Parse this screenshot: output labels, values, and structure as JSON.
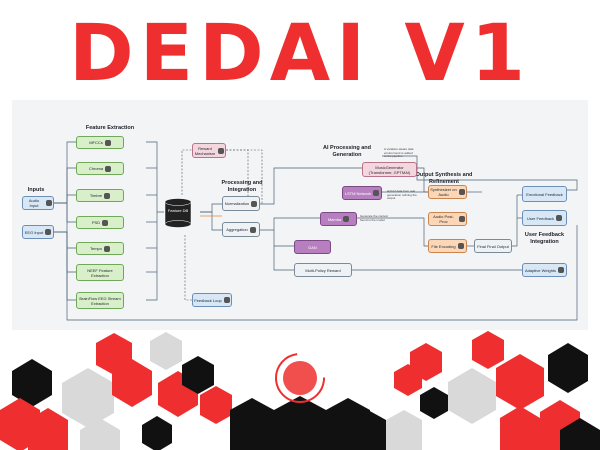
{
  "title": "DEDAI V1",
  "colors": {
    "accent": "#ef2f2f",
    "dark": "#111111",
    "grey": "#d9d9d9"
  },
  "sections": {
    "inputs": "Inputs",
    "feature_extraction": "Feature Extraction",
    "processing": "Processing and Integration",
    "ai_processing": "AI Processing and Generation",
    "output": "Output Synthesis and Refinement",
    "feedback": "User Feedback Integration"
  },
  "inputs": {
    "audio": "Audio Input",
    "eeg": "EEG Input"
  },
  "features": [
    "MFCCs",
    "Chroma",
    "Timbre",
    "PSD",
    "Tempo",
    "NEEF Feature Extraction",
    "BrainFlow EEG Stream Extraction"
  ],
  "hub": {
    "label": "Feature DB"
  },
  "processing": {
    "reward": "Reward Mechanism",
    "normalization": "Normalization",
    "aggregation": "Aggregation"
  },
  "ai": {
    "musicgen": "MusicGenerator (Transformer, GPTMAI)",
    "lstm": "LSTM Network",
    "mamba": "Mamba",
    "gan": "GAN",
    "policy": "Multi-Policy Reward"
  },
  "ai_notes": [
    "A variation-aware task environment is added to the pipeline",
    "Hybrid data from real generation refining the output",
    "Generate the context found in the model"
  ],
  "output": {
    "synthesizer": "Synthesizer on Audio",
    "post": "Audio Post-Proc",
    "encoding": "File Encoding",
    "final": "Final Final Output"
  },
  "feedback": {
    "emotional": "Emotional Feedback",
    "user": "User Feedback",
    "adaptive": "Adaptive Weights",
    "loop": "Feedback Loop"
  }
}
